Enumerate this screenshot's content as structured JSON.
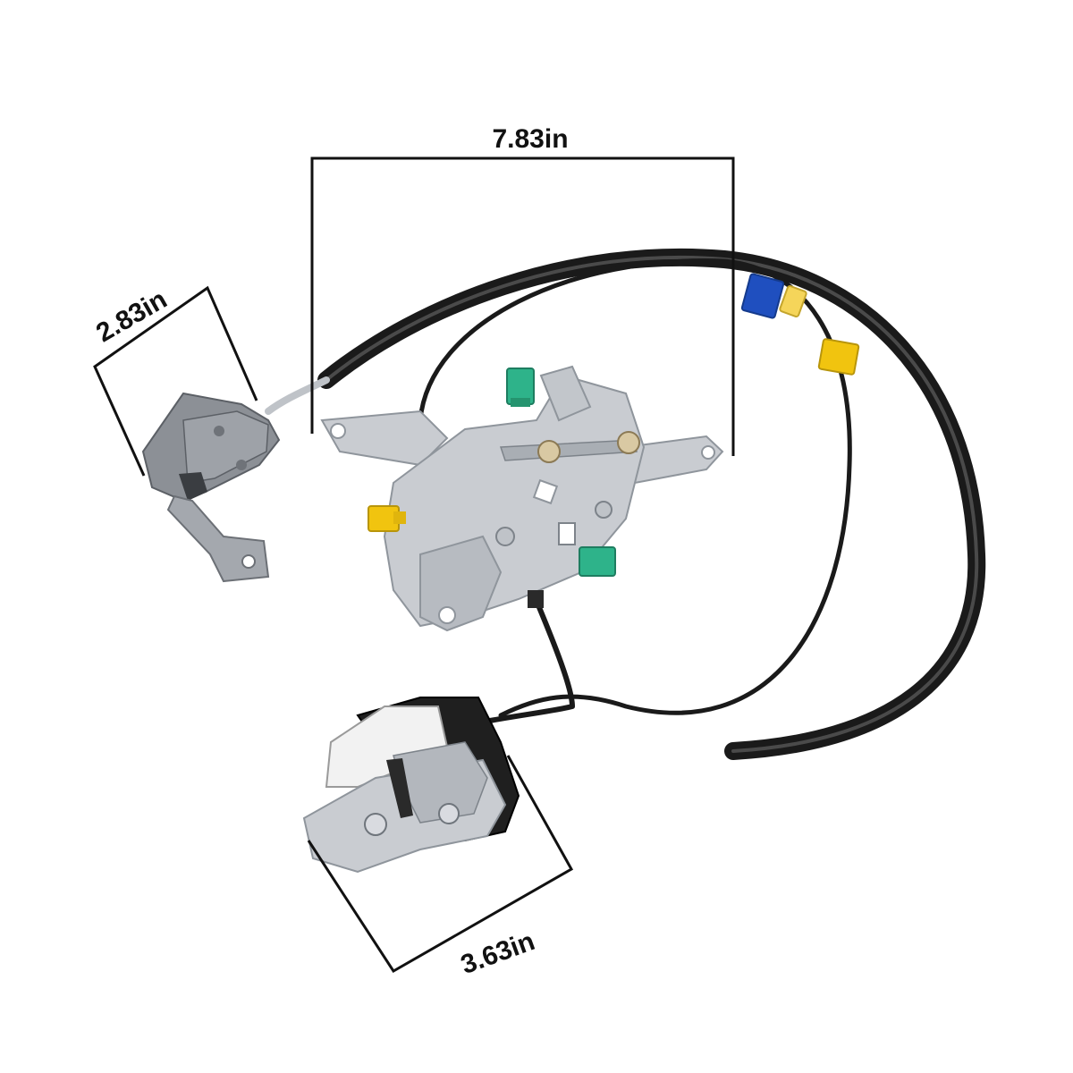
{
  "dimensions": {
    "width_label": "7.83in",
    "left_latch_label": "2.83in",
    "bottom_latch_label": "3.63in"
  },
  "colors": {
    "background": "#ffffff",
    "dimension_line": "#111111",
    "cable": "#1a1a1a",
    "metal": "#c9ccd1",
    "metal_shade": "#9ea3a9",
    "latch_gray": "#8c9096",
    "connector_green": "#2eb38a",
    "connector_yellow": "#f1c40f",
    "connector_blue": "#1f4fbf"
  }
}
